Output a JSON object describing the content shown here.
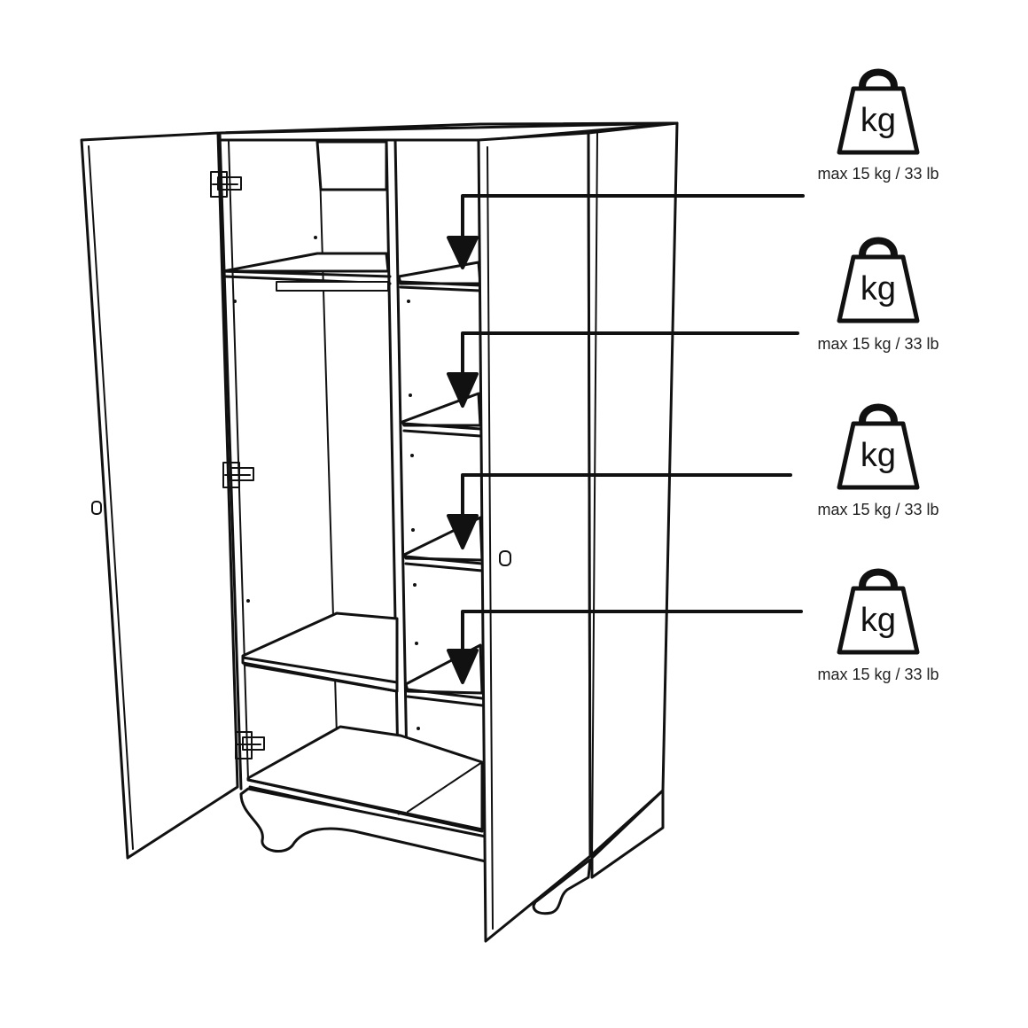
{
  "weights": [
    {
      "unit": "kg",
      "limit": "max 15 kg / 33 lb",
      "icon": "weight-icon"
    },
    {
      "unit": "kg",
      "limit": "max 15 kg / 33 lb",
      "icon": "weight-icon"
    },
    {
      "unit": "kg",
      "limit": "max 15 kg / 33 lb",
      "icon": "weight-icon"
    },
    {
      "unit": "kg",
      "limit": "max 15 kg / 33 lb",
      "icon": "weight-icon"
    }
  ],
  "colors": {
    "line": "#111111",
    "background": "#ffffff"
  }
}
